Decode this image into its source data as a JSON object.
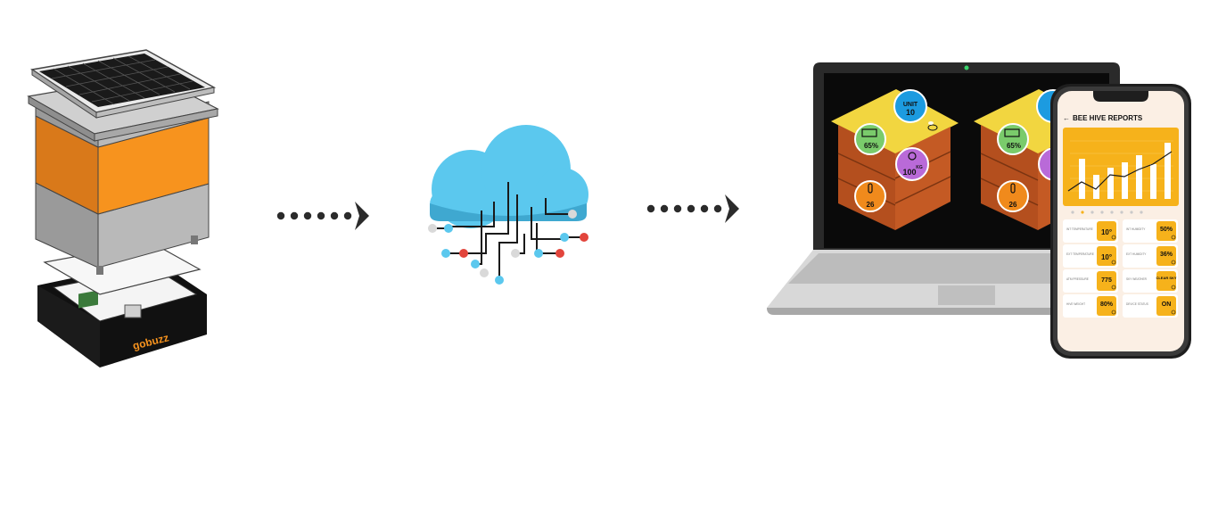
{
  "hive": {
    "brand": "gobuzz"
  },
  "laptop_dashboard": {
    "unit_label": "UNIT",
    "unit_value": "10",
    "battery_value": "65%",
    "weight_value": "100",
    "weight_unit": "KG",
    "temperature_value": "26",
    "second_hive": {
      "battery_value": "65%",
      "temperature_value": "26"
    }
  },
  "phone": {
    "title": "BEE HIVE REPORTS",
    "back_icon": "arrow-left-icon",
    "cards": [
      {
        "label": "INT TEMPERATURE",
        "value": "10°",
        "icon": "thermometer-icon"
      },
      {
        "label": "INT HUMIDITY",
        "value": "50%",
        "icon": "droplet-icon"
      },
      {
        "label": "EXT TEMPERATURE",
        "value": "10°",
        "icon": "thermometer-icon"
      },
      {
        "label": "EXT HUMIDITY",
        "value": "36%",
        "icon": "droplet-icon"
      },
      {
        "label": "ATM PRESSURE",
        "value": "775",
        "icon": "gauge-icon"
      },
      {
        "label": "SKY WEATHER",
        "value": "CLEAR SKY",
        "icon": "sun-icon"
      },
      {
        "label": "HIVE WEIGHT",
        "value": "80%",
        "icon": "scale-icon"
      },
      {
        "label": "DEVICE STATUS",
        "value": "ON",
        "icon": "power-icon"
      }
    ]
  },
  "colors": {
    "orange": "#F7931E",
    "gray": "#B5B5B5",
    "cloud": "#5BC8EE",
    "arrow": "#2B2B2B",
    "screen": "#0A0A0A",
    "hive_wood": "#C45A24",
    "hive_roof": "#F2D640",
    "badge_blue": "#1C9BE0",
    "badge_green": "#7ACB6B",
    "badge_purple": "#B96AD8",
    "badge_orange": "#F08A1C",
    "card_yellow": "#F6B21B",
    "red_node": "#E2453C"
  }
}
